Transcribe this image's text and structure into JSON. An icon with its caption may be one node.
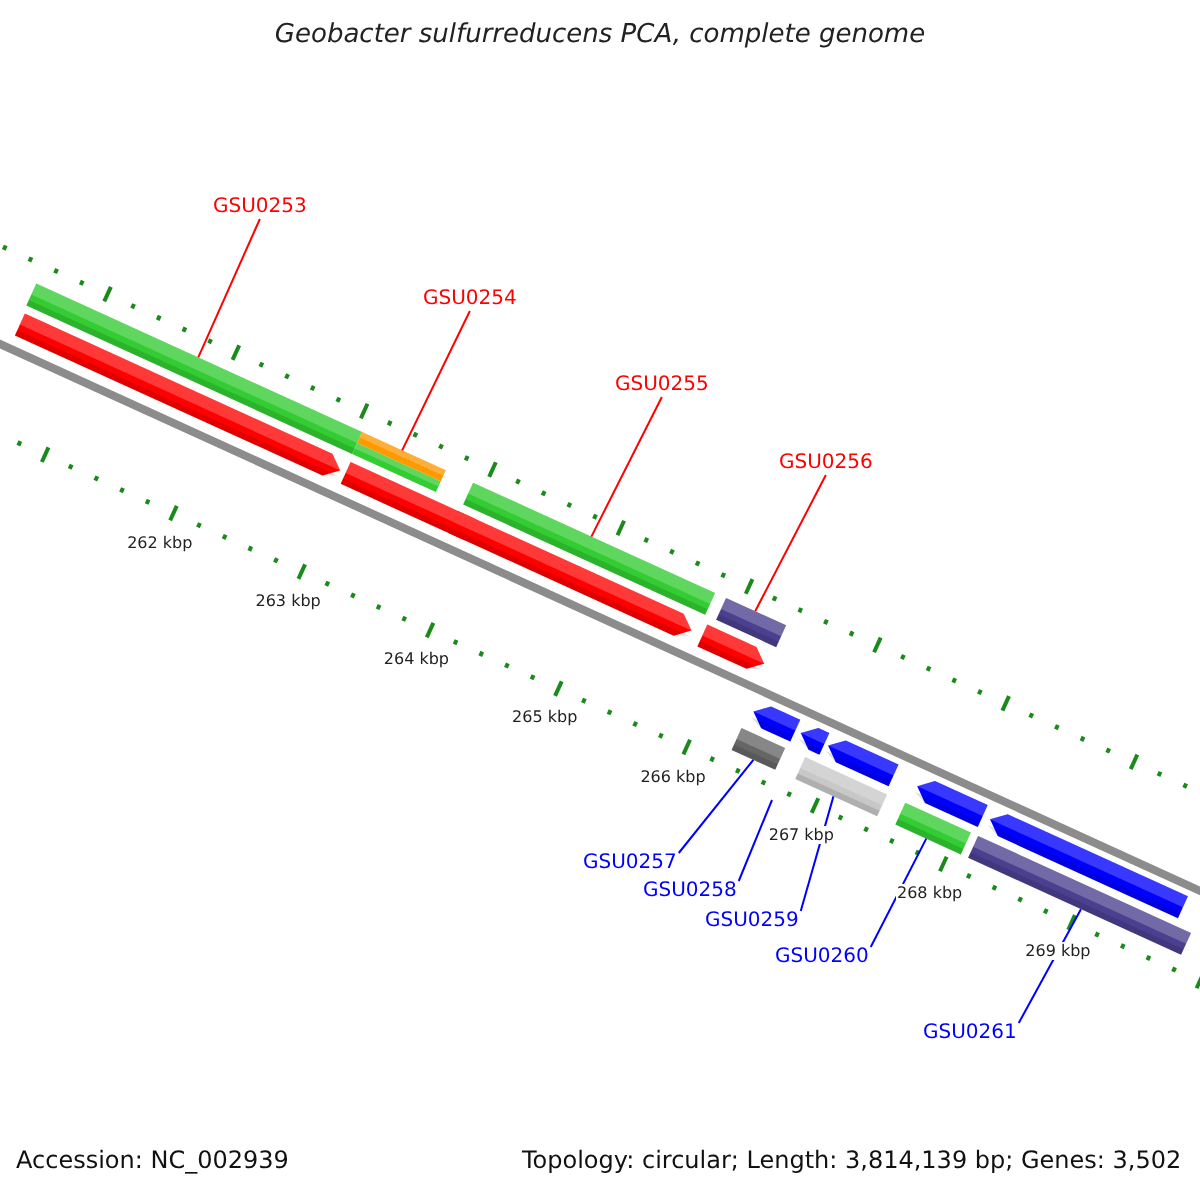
{
  "diagram": {
    "title": "Geobacter sulfurreducens PCA, complete genome",
    "nodes": [
      {
        "text": [
          "GSU0253"
        ]
      },
      {
        "text": [
          "GSU0254"
        ]
      },
      {
        "text": [
          "GSU0255"
        ]
      },
      {
        "text": [
          "GSU0256"
        ]
      },
      {
        "text": [
          "GSU0257"
        ]
      },
      {
        "text": [
          "GSU0258"
        ]
      },
      {
        "text": [
          "GSU0259"
        ]
      },
      {
        "text": [
          "GSU0260"
        ]
      },
      {
        "text": [
          "GSU0261"
        ]
      },
      {
        "text": [],
        "shape": "bar"
      },
      {
        "text": [],
        "shape": "bar"
      },
      {
        "text": [],
        "shape": "bar"
      },
      {
        "text": [],
        "shape": "arrow"
      },
      {
        "text": [],
        "shape": "arrow"
      },
      {
        "text": [],
        "shape": "bar"
      },
      {
        "text": [],
        "shape": "arrow"
      },
      {
        "text": [],
        "shape": "bar"
      },
      {
        "text": [],
        "shape": "arrow"
      },
      {
        "text": [],
        "shape": "arrow"
      },
      {
        "text": [],
        "shape": "arrow"
      },
      {
        "text": [],
        "shape": "arrow"
      },
      {
        "text": [],
        "shape": "bar"
      },
      {
        "text": [],
        "shape": "bar"
      },
      {
        "text": [],
        "shape": "arrow"
      },
      {
        "text": [],
        "shape": "bar"
      },
      {
        "text": [],
        "shape": "arrow"
      },
      {
        "text": [],
        "shape": "bar"
      }
    ],
    "edges": [
      {
        "from": 0,
        "to": 9,
        "arrow": "none",
        "color": "#ff0000"
      },
      {
        "from": 1,
        "to": 11,
        "arrow": "none",
        "color": "#ff0000"
      },
      {
        "from": 2,
        "to": 14,
        "arrow": "none",
        "color": "#ff0000"
      },
      {
        "from": 3,
        "to": 16,
        "arrow": "none",
        "color": "#ff0000"
      },
      {
        "from": 4,
        "to": 21,
        "arrow": "none"
      },
      {
        "from": 5,
        "to": null,
        "arrow": "none"
      },
      {
        "from": 6,
        "to": 22,
        "arrow": "none"
      },
      {
        "from": 7,
        "to": 24,
        "arrow": "none"
      },
      {
        "from": 8,
        "to": 26,
        "arrow": "none"
      }
    ],
    "labels": [
      "262 kbp",
      "263 kbp",
      "264 kbp",
      "265 kbp",
      "266 kbp",
      "267 kbp",
      "268 kbp",
      "269 kbp",
      "Accession: NC_002939",
      "Topology: circular; Length: 3,814,139 bp; Genes: 3,502"
    ]
  }
}
